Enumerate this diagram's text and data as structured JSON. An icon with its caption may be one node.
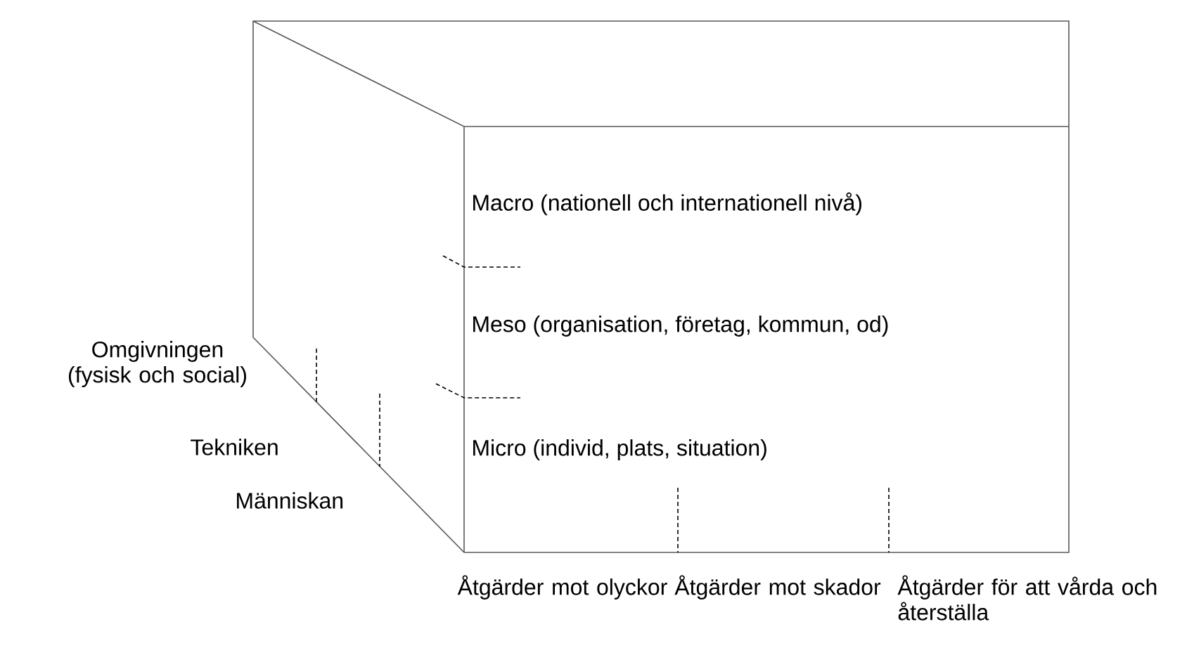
{
  "diagram": {
    "labels": [
      "Macro (nationell och internationell nivå)",
      "Meso (organisation, företag, kommun, od)",
      "Micro (individ, plats, situation)",
      "Omgivningen (fysisk och social)",
      "Tekniken",
      "Människan",
      "Åtgärder mot olyckor",
      "Åtgärder mot skador",
      "Åtgärder för att vårda och återställa"
    ]
  }
}
